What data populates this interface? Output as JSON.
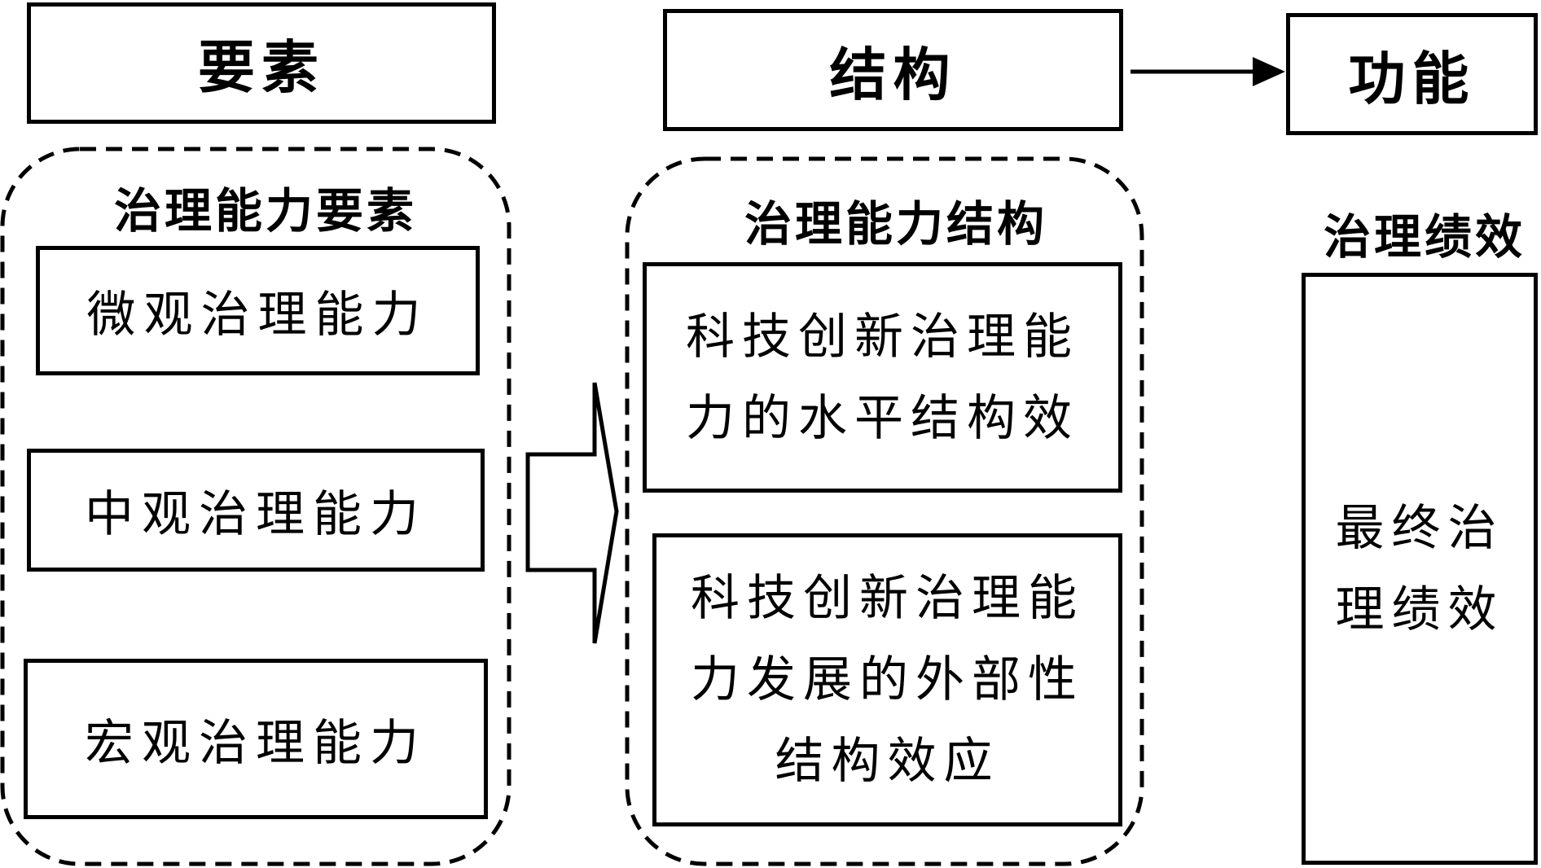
{
  "headers": {
    "elements": "要素",
    "structure": "结构",
    "function": "功能"
  },
  "elements_group": {
    "title": "治理能力要素",
    "items": [
      "微观治理能力",
      "中观治理能力",
      "宏观治理能力"
    ]
  },
  "structure_group": {
    "title": "治理能力结构",
    "items": [
      {
        "lines": [
          "科技创新治理能",
          "力的水平结构效"
        ]
      },
      {
        "lines": [
          "科技创新治理能",
          "力发展的外部性",
          "结构效应"
        ]
      }
    ]
  },
  "function_group": {
    "title": "治理绩效",
    "box_lines": [
      "最终治",
      "理绩效"
    ]
  }
}
